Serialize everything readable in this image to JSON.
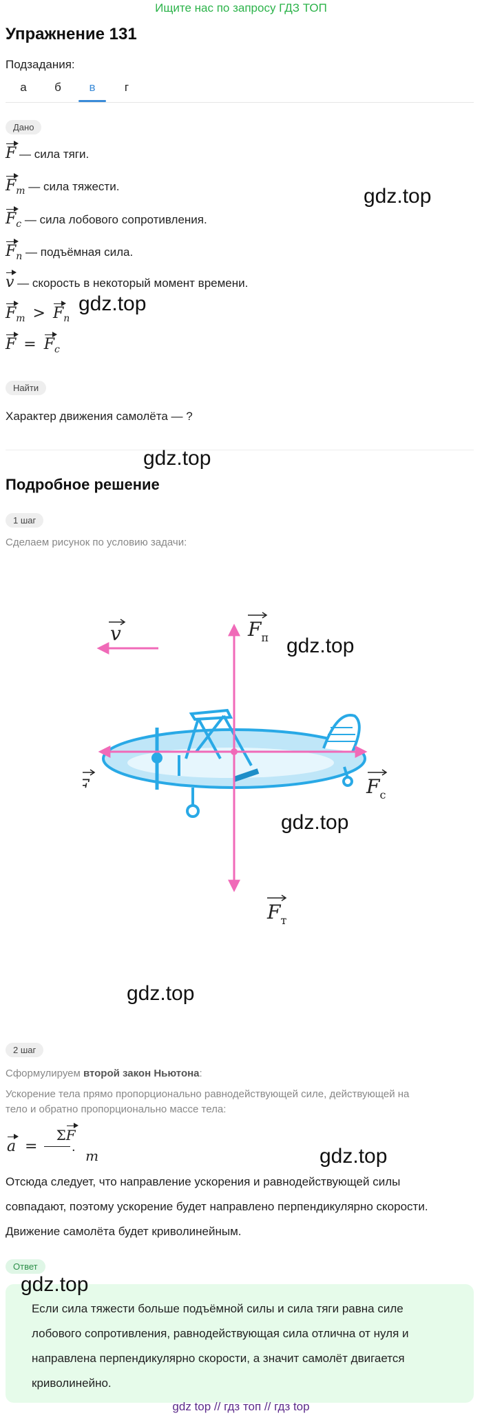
{
  "topbar": {
    "text": "Ищите нас по запросу ГДЗ ТОП"
  },
  "header": {
    "title": "Упражнение 131",
    "subtasks_label": "Подзадания:"
  },
  "tabs": [
    {
      "label": "а",
      "active": false
    },
    {
      "label": "б",
      "active": false
    },
    {
      "label": "в",
      "active": true
    },
    {
      "label": "г",
      "active": false
    }
  ],
  "given": {
    "badge": "Дано",
    "items": [
      {
        "symbol": "F",
        "sub": "",
        "text": "— сила тяги."
      },
      {
        "symbol": "F",
        "sub": "т",
        "text": "— сила тяжести."
      },
      {
        "symbol": "F",
        "sub": "с",
        "text": "— сила лобового сопротивления."
      },
      {
        "symbol": "F",
        "sub": "п",
        "text": "— подъёмная сила."
      },
      {
        "symbol": "v",
        "sub": "",
        "text": "— скорость в некоторый момент времени."
      }
    ],
    "relation1": {
      "left": "F",
      "left_sub": "т",
      "op": ">",
      "right": "F",
      "right_sub": "п"
    },
    "relation2": {
      "left": "F",
      "left_sub": "",
      "op": "=",
      "right": "F",
      "right_sub": "с"
    }
  },
  "find": {
    "badge": "Найти",
    "text": "Характер движения самолёта — ?"
  },
  "solution": {
    "title": "Подробное решение",
    "step1": {
      "badge": "1 шаг",
      "text": "Сделаем рисунок по условию задачи:"
    },
    "figure": {
      "label_v": "v",
      "label_fp": "F",
      "label_fp_sub": "п",
      "label_f": "F",
      "label_fc": "F",
      "label_fc_sub": "с",
      "label_ft": "F",
      "label_ft_sub": "т",
      "arrow_color": "#f06ab8",
      "plane_color": "#29a9e6",
      "plane_fill": "#bfe6f8"
    },
    "step2": {
      "badge": "2 шаг",
      "intro_prefix": "Сформулируем ",
      "intro_bold": "второй закон Ньютона",
      "intro_suffix": ":",
      "law_line1": "Ускорение тела прямо пропорционально равнодействующей силе, действующей на",
      "law_line2": "тело и обратно пропорционально массе тела:",
      "formula_lhs": "a",
      "formula_eq": "=",
      "formula_num": "ΣF",
      "formula_den": "m",
      "formula_end": ".",
      "conclusion1": "Отсюда следует, что направление ускорения и равнодействующей силы",
      "conclusion2": "совпадают, поэтому ускорение будет направлено перпендикулярно скорости.",
      "conclusion3": "Движение самолёта будет криволинейным."
    }
  },
  "answer": {
    "badge": "Ответ",
    "line1": "Если сила тяжести больше подъёмной силы и сила тяги равна силе",
    "line2": "лобового сопротивления, равнодействующая сила отлична от нуля и",
    "line3": "направлена перпендикулярно скорости, а значит самолёт двигается",
    "line4": "криволинейно."
  },
  "watermarks": {
    "w1": "gdz.top",
    "w2": "gdz.top",
    "w3": "gdz.top",
    "w4": "gdz.top",
    "w5": "gdz.top",
    "w6": "gdz.top",
    "w7": "gdz.top",
    "w8": "gdz.top"
  },
  "footer": {
    "links": "gdz top  //  гдз топ  //  гдз top"
  }
}
